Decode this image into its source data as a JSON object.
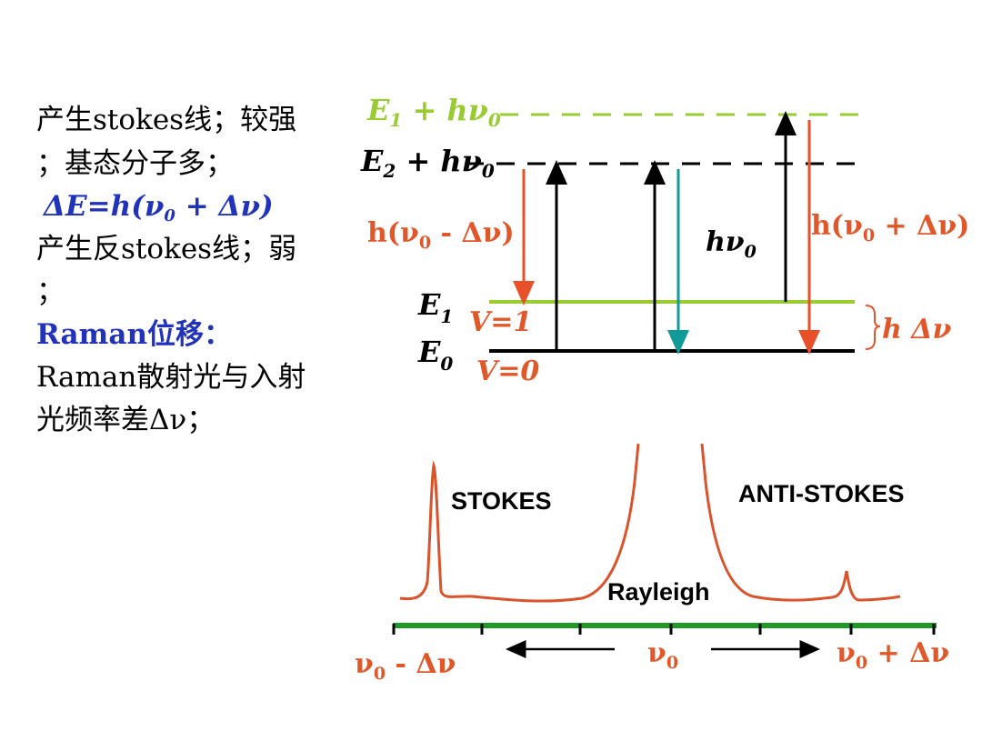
{
  "colors": {
    "green": "#99cc33",
    "red": "#e8502a",
    "orange_text": "#e0582a",
    "blue": "#2233bb",
    "teal": "#129a9a",
    "axis_green": "#1f9a2a",
    "spectrum": "#d9532c",
    "black": "#000000"
  },
  "left_text": {
    "line1": "产生stokes线；较强",
    "line2": "；基态分子多；",
    "formula": "ΔE=h(ν",
    "formula_sub": "0",
    "formula_tail": " + Δν)",
    "line4": "产生反stokes线；弱",
    "line5": "；",
    "raman_heading": "Raman位移：",
    "line7": "Raman散射光与入射",
    "line8": "光频率差Δν；"
  },
  "levels": {
    "top_label_main": "E",
    "top_label_sub": "1",
    "top_label_tail": " + hν",
    "top_label_tail_sub": "0",
    "mid_label_main": "E",
    "mid_label_sub": "2",
    "mid_label_tail": " + hν",
    "mid_label_tail_sub": "0",
    "e1_main": "E",
    "e1_sub": "1",
    "e0_main": "E",
    "e0_sub": "0",
    "v1": "V=1",
    "v0": "V=0",
    "stokes_emit_a": "h(ν",
    "stokes_emit_sub": "0",
    "stokes_emit_b": " - Δν)",
    "anti_emit_a": "h(ν",
    "anti_emit_sub": "0",
    "anti_emit_b": " + Δν)",
    "rayleigh_a": "hν",
    "rayleigh_sub": "0",
    "delta_label": "h Δν"
  },
  "spectrum": {
    "stokes": "STOKES",
    "anti_stokes": "ANTI-STOKES",
    "rayleigh": "Rayleigh",
    "axis_left_a": "ν",
    "axis_left_sub": "0",
    "axis_left_b": " - Δν",
    "axis_mid_a": "ν",
    "axis_mid_sub": "0",
    "axis_right_a": "ν",
    "axis_right_sub": "0",
    "axis_right_b": " + Δν"
  }
}
